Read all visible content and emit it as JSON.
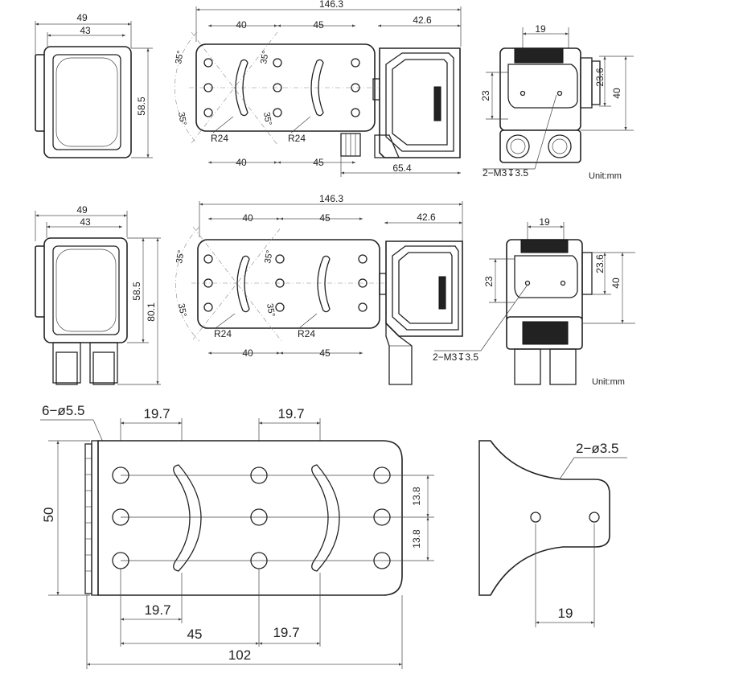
{
  "top_row": {
    "front_width_outer": "49",
    "front_width_inner": "43",
    "front_height": "58.5",
    "bracket_length": "146.3",
    "hole_spacing_left": "40",
    "hole_spacing_right": "45",
    "camera_depth": "42.6",
    "angle_label": "35°",
    "slot_radius": "R24",
    "overall_depth": "65.4",
    "side_width": "19",
    "side_height_a": "23.6",
    "side_height_b": "40",
    "side_height_c": "23",
    "thread_callout": "2−M3↧3.5",
    "unit_label": "Unit:mm"
  },
  "middle_row": {
    "front_width_outer": "49",
    "front_width_inner": "43",
    "front_height": "58.5",
    "front_height_total": "80.1",
    "bracket_length": "146.3",
    "hole_spacing_left": "40",
    "hole_spacing_right": "45",
    "camera_depth": "42.6",
    "angle_label": "35°",
    "slot_radius": "R24",
    "side_width": "19",
    "side_height_a": "23.6",
    "side_height_b": "40",
    "side_height_c": "23",
    "thread_callout": "2−M3↧3.5",
    "unit_label": "Unit:mm"
  },
  "bracket_detail": {
    "hole_callout": "6−ø5.5",
    "pitch_top_left": "19.7",
    "pitch_top_right": "19.7",
    "height": "50",
    "row_offset_top": "13.8",
    "row_offset_bottom": "13.8",
    "pitch_bottom_left": "19.7",
    "pitch_bottom_mid": "45",
    "pitch_bottom_right": "19.7",
    "overall_length": "102"
  },
  "side_bracket": {
    "hole_callout": "2−ø3.5",
    "hole_spacing": "19"
  },
  "colors": {
    "line": "#222222",
    "dimension": "#555555",
    "center_line": "#888888",
    "background": "#ffffff"
  }
}
